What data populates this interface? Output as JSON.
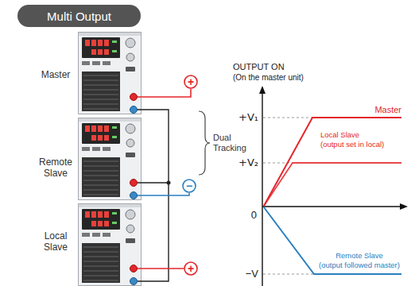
{
  "diagram": {
    "title": "Multi Output",
    "nodes": [
      {
        "text": [
          "+"
        ]
      },
      {
        "text": [
          "−"
        ]
      },
      {
        "text": [
          "+"
        ]
      }
    ],
    "labels": [
      "Master",
      "Remote Slave",
      "Local Slave",
      "Dual Tracking",
      "OUTPUT ON",
      "(On the master unit)",
      "+V₁",
      "+V₂",
      "0",
      "−V",
      "Master",
      "Local Slave",
      "(output set in local)",
      "Remote Slave",
      "(output followed master)"
    ]
  }
}
